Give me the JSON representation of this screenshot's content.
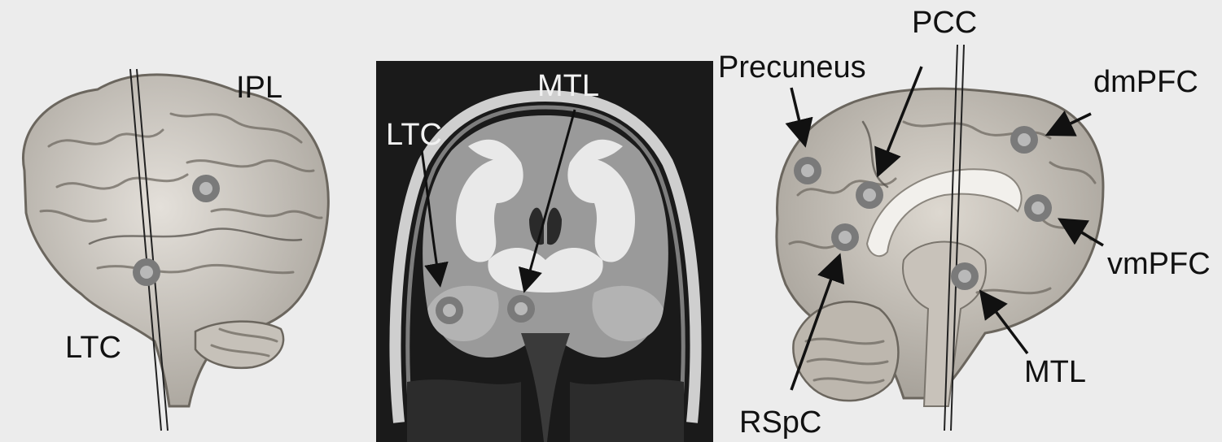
{
  "panels": {
    "lateral": {
      "labels": {
        "ipl": "IPL",
        "ltc": "LTC"
      }
    },
    "coronal": {
      "labels": {
        "ltc": "LTC",
        "mtl": "MTL"
      }
    },
    "medial": {
      "labels": {
        "pcc": "PCC",
        "precuneus": "Precuneus",
        "dmpfc": "dmPFC",
        "vmpfc": "vmPFC",
        "mtl": "MTL",
        "rspc": "RSpC"
      }
    }
  },
  "colors": {
    "background": "#ececec",
    "brain_surface": "#cfcac3",
    "mri_background": "#1a1a1a",
    "marker_ring": "#7a7a7a",
    "marker_fill": "#b9b9b9"
  }
}
